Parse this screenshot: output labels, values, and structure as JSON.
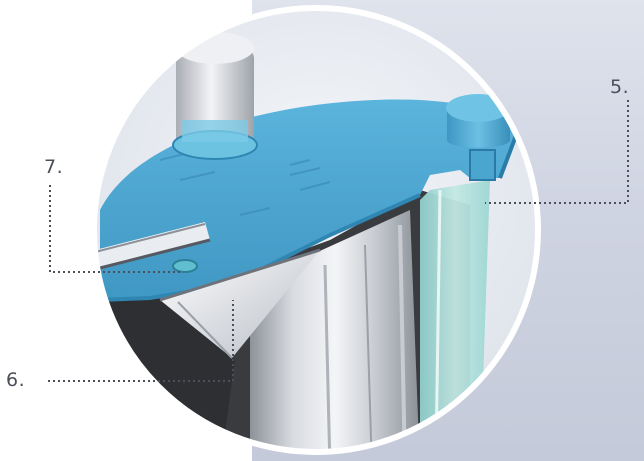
{
  "diagram": {
    "callouts": [
      {
        "id": "callout-5",
        "label": "5."
      },
      {
        "id": "callout-6",
        "label": "6."
      },
      {
        "id": "callout-7",
        "label": "7."
      }
    ]
  },
  "colors": {
    "lid_blue": "#4aa6cf",
    "lid_edge": "#2f86b3",
    "cavity_dark": "#3a3b3f",
    "metal_light": "#e8eaee",
    "metal_mid": "#b9bdc4",
    "glass_teal": "#a9d9d6",
    "leader_dot": "#4a4f58"
  }
}
